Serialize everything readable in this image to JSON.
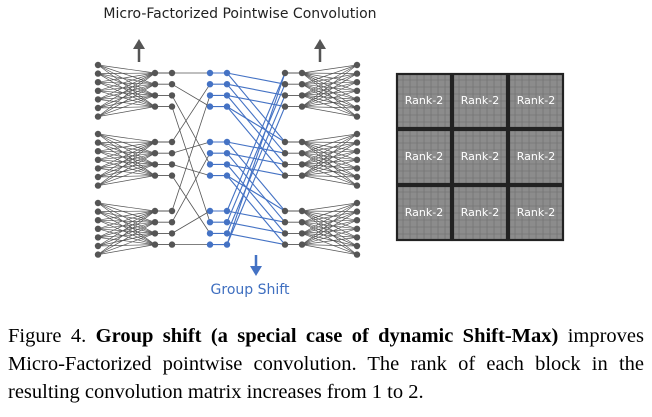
{
  "figure": {
    "title": "Micro-Factorized Pointwise Convolution",
    "group_shift_label": "Group Shift",
    "matrix": {
      "rows": 3,
      "cols": 3,
      "block_label": "Rank-2"
    },
    "colors": {
      "node": "#555555",
      "edge": "#555555",
      "shift": "#4472c4",
      "matrix_fill": "#8c8c8c",
      "matrix_grid": "#6e6e6e",
      "matrix_border": "#222222"
    }
  },
  "caption": {
    "prefix": "Figure 4. ",
    "bold": "Group shift (a special case of dynamic Shift-Max)",
    "rest": " improves Micro-Factorized pointwise convolution. The rank of each block in the resulting convolution matrix increases from 1 to 2."
  }
}
